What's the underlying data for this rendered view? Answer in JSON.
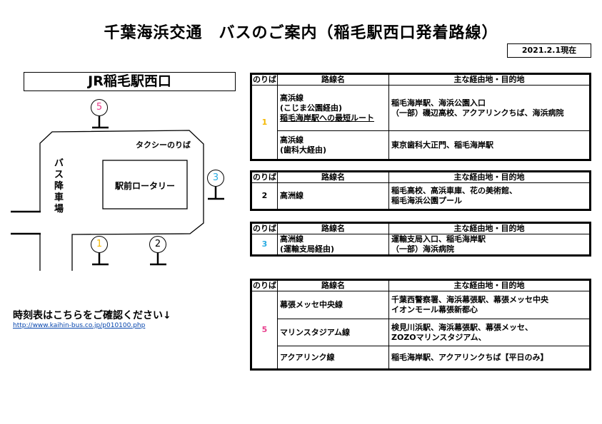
{
  "title": "千葉海浜交通　バスのご案内（稲毛駅西口発着路線）",
  "as_of": "2021.2.1現在",
  "station": "JR稲毛駅西口",
  "map": {
    "taxi": "タクシーのりば",
    "bus_dropoff": "バス降車場",
    "rotary": "駅前ロータリー",
    "stops": [
      {
        "num": "5",
        "color": "#e83e8c"
      },
      {
        "num": "3",
        "color": "#29abe2"
      },
      {
        "num": "1",
        "color": "#f5b800"
      },
      {
        "num": "2",
        "color": "#000000"
      }
    ]
  },
  "headers": {
    "stop": "のりば",
    "route": "路線名",
    "dest": "主な経由地・目的地"
  },
  "tables": [
    {
      "stop": "1",
      "color": "#f5b800",
      "rows": [
        {
          "route": [
            "高浜線",
            "(こじま公園経由)",
            "稲毛海岸駅への最短ルート"
          ],
          "dest": [
            "稲毛海岸駅、海浜公園入口",
            "（一部）磯辺高校、アクアリンクちば、海浜病院"
          ]
        },
        {
          "route": [
            "高浜線",
            "(歯科大経由)"
          ],
          "dest": [
            "東京歯科大正門、稲毛海岸駅"
          ]
        }
      ]
    },
    {
      "stop": "2",
      "color": "#000000",
      "rows": [
        {
          "route": [
            "高洲線"
          ],
          "dest": [
            "稲毛高校、高浜車庫、花の美術館、",
            "稲毛海浜公園プール"
          ]
        }
      ]
    },
    {
      "stop": "3",
      "color": "#29abe2",
      "rows": [
        {
          "route": [
            "高洲線",
            "(運輸支局経由)"
          ],
          "dest": [
            "運輸支局入口、稲毛海岸駅",
            "（一部）海浜病院"
          ]
        }
      ]
    },
    {
      "stop": "5",
      "color": "#e83e8c",
      "rows": [
        {
          "route": [
            "幕張メッセ中央線"
          ],
          "dest": [
            "千葉西警察署、海浜幕張駅、幕張メッセ中央",
            "イオンモール幕張新都心"
          ]
        },
        {
          "route": [
            "マリンスタジアム線"
          ],
          "dest": [
            "検見川浜駅、海浜幕張駅、幕張メッセ、",
            "ZOZOマリンスタジアム、"
          ]
        },
        {
          "route": [
            "アクアリンク線"
          ],
          "dest": [
            "稲毛海岸駅、アクアリンクちば【平日のみ】"
          ]
        }
      ]
    }
  ],
  "timetable_note": "時刻表はこちらをご確認ください↓",
  "timetable_link": "http://www.kaihin-bus.co.jp/p010100.php"
}
